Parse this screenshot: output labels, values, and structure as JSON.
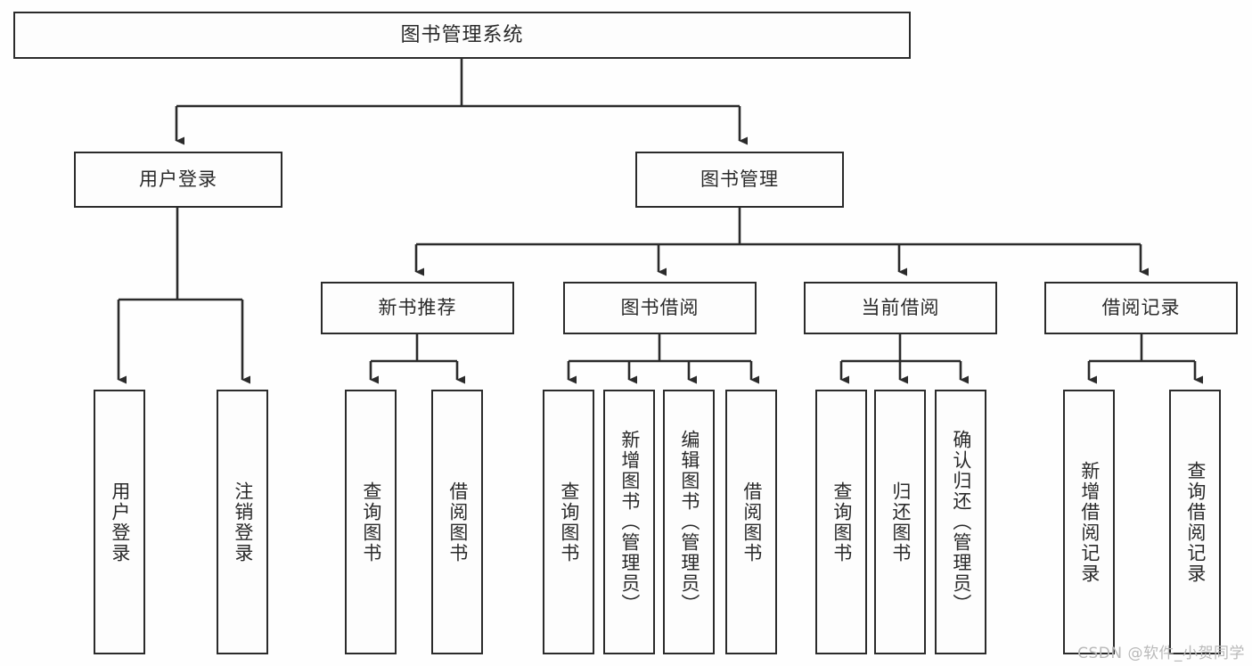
{
  "diagram": {
    "title": "图书管理系统",
    "type": "tree",
    "watermark": "CSDN @软件_小贺同学",
    "colors": {
      "border": "#2b2b2b",
      "box_fill": "#fdfdfd",
      "text": "#2a2a2a",
      "connector": "#2b2b2b",
      "background": "#ffffff",
      "watermark": "#b9b9b9"
    },
    "root": {
      "label": "图书管理系统"
    },
    "level2": [
      {
        "label": "用户登录"
      },
      {
        "label": "图书管理"
      }
    ],
    "level3": [
      {
        "label": "新书推荐"
      },
      {
        "label": "图书借阅"
      },
      {
        "label": "当前借阅"
      },
      {
        "label": "借阅记录"
      }
    ],
    "leaves": {
      "user_login": [
        {
          "label": "用户登录"
        },
        {
          "label": "注销登录"
        }
      ],
      "new_book_recommend": [
        {
          "label": "查询图书"
        },
        {
          "label": "借阅图书"
        }
      ],
      "book_borrow": [
        {
          "label": "查询图书"
        },
        {
          "label": "新增图书（管理员）"
        },
        {
          "label": "编辑图书（管理员）"
        },
        {
          "label": "借阅图书"
        }
      ],
      "current_borrow": [
        {
          "label": "查询图书"
        },
        {
          "label": "归还图书"
        },
        {
          "label": "确认归还（管理员）"
        }
      ],
      "borrow_record": [
        {
          "label": "新增借阅记录"
        },
        {
          "label": "查询借阅记录"
        }
      ]
    }
  }
}
